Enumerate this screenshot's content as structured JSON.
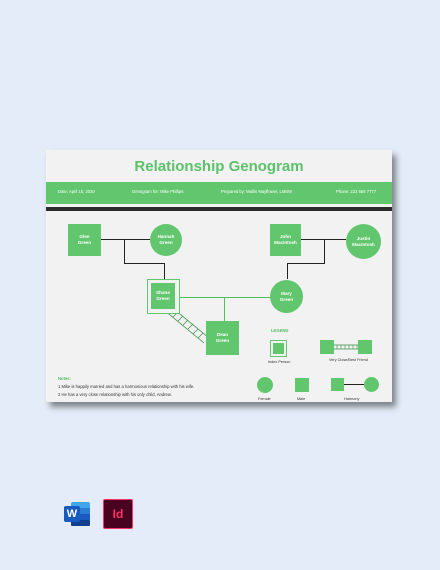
{
  "title": "Relationship Genogram",
  "info": {
    "date": "Date: April 15, 2030",
    "genogram_for": "Genogram for: Mike Phillips",
    "prepared_by": "Prepared by: Wallis Mayflower, LMSW",
    "phone": "Phone: 222 555 7777"
  },
  "people": {
    "glen": "Glen\nGreen",
    "hannah": "Hannah\nGreen",
    "shane": "Shane\nGreen",
    "dean": "Dean\nGreen",
    "john": "John\nMacIntosh",
    "justin": "Justin\nMacIntosh",
    "mary": "Mary\nGreen"
  },
  "legend": {
    "title": "LEGEND",
    "index_person": "Index Person",
    "close_friend": "Very Close/Best Friend",
    "female": "Female",
    "male": "Male",
    "harmony": "Harmony"
  },
  "notes": {
    "heading": "Notes:",
    "items": [
      "1  Mike is happily married and has a harmonious relationship with his wife.",
      "2  He has a very close relationship with his only child, Andrew."
    ]
  },
  "apps": {
    "word": "W",
    "indesign": "Id"
  },
  "colors": {
    "accent": "#62c66f",
    "dark": "#2b2b2b",
    "word": "#2b579a",
    "indesign": "#49021f"
  }
}
